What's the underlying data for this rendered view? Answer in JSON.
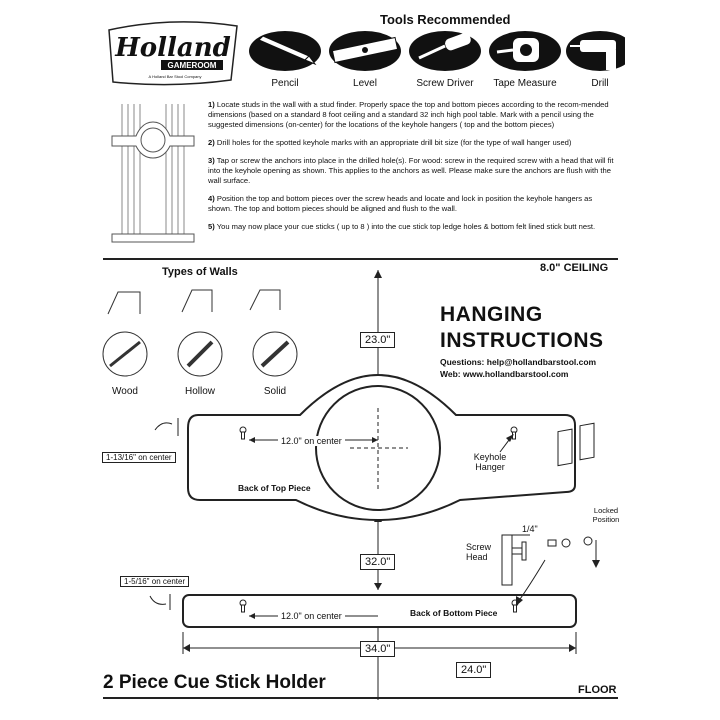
{
  "logo": {
    "brand": "Holland",
    "sub": "GAMEROOM",
    "tagline": "A Holland Bar Stool Company"
  },
  "tools": {
    "title": "Tools Recommended",
    "items": [
      {
        "label": "Pencil",
        "icon": "pencil-icon"
      },
      {
        "label": "Level",
        "icon": "level-icon"
      },
      {
        "label": "Screw Driver",
        "icon": "screwdriver-icon"
      },
      {
        "label": "Tape Measure",
        "icon": "tape-measure-icon"
      },
      {
        "label": "Drill",
        "icon": "drill-icon"
      }
    ]
  },
  "steps": [
    {
      "num": "1)",
      "text": "Locate studs in the wall with a stud finder. Properly space the top and bottom pieces according to the recom-mended dimensions (based on a standard 8 foot ceiling and a standard 32 inch high pool table. Mark with a pencil using the suggested dimensions (on-center)  for the locations of the keyhole hangers  ( top and the bottom pieces)"
    },
    {
      "num": "2)",
      "text": "Drill holes for the spotted keyhole marks with an appropriate drill bit size (for the type of wall hanger used)"
    },
    {
      "num": "3)",
      "text": "Tap  or screw the anchors into place in the drilled hole(s). For wood: screw in the required screw with a head that will fit into the keyhole opening as shown. This applies to the anchors as well. Please make sure the anchors are flush with the wall surface."
    },
    {
      "num": "4)",
      "text": "Position the top and bottom pieces over the screw heads and locate and lock in position the keyhole hangers as shown. The top and bottom pieces should be aligned and flush to the wall."
    },
    {
      "num": "5)",
      "text": "You may now place your cue sticks ( up to 8 ) into the cue stick top ledge holes & bottom felt lined stick butt nest."
    }
  ],
  "ceiling_label": "8.0\" CEILING",
  "walls": {
    "title": "Types of Walls",
    "items": [
      {
        "label": "Wood"
      },
      {
        "label": "Hollow"
      },
      {
        "label": "Solid"
      }
    ]
  },
  "heading": {
    "line1": "HANGING",
    "line2": "INSTRUCTIONS"
  },
  "contact": {
    "questions": "Questions: help@hollandbarstool.com",
    "web": "Web: www.hollandbarstool.com"
  },
  "dims": {
    "top_gap": "23.0\"",
    "middle_gap": "32.0\"",
    "width": "34.0\"",
    "bottom_gap": "24.0\"",
    "top_on_center": "12.0\" on center",
    "bottom_on_center": "12.0\" on center",
    "top_offset": "1-13/16\" on center",
    "bottom_offset": "1-5/16\" on center",
    "quarter": "1/4\""
  },
  "labels": {
    "back_top": "Back of Top Piece",
    "back_bottom": "Back of Bottom Piece",
    "keyhole": "Keyhole Hanger",
    "screw_head": "Screw Head",
    "locked": "Locked Position"
  },
  "title": "2 Piece Cue Stick Holder",
  "floor_label": "FLOOR"
}
